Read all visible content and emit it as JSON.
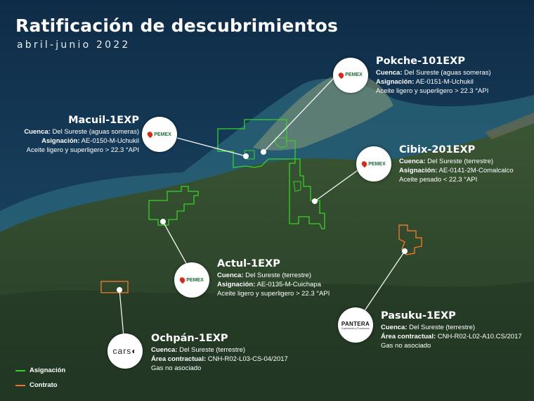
{
  "header": {
    "title": "Ratificación de descubrimientos",
    "subtitle": "abril-junio 2022"
  },
  "colors": {
    "asignacion": "#36d12a",
    "contrato": "#e8772b",
    "land": "#2f4a2e",
    "shallow_water": "#2f6e82",
    "sea": "#143650"
  },
  "wells": [
    {
      "name": "Pokche-101EXP",
      "cuenca_label": "Cuenca:",
      "cuenca": "Del Sureste (aguas someras)",
      "tipo_label": "Asignación:",
      "tipo": "AE-0151-M-Uchukil",
      "nota": "Aceite ligero y superligero > 22.3 °API",
      "operator": "PEMEX"
    },
    {
      "name": "Macuil-1EXP",
      "cuenca_label": "Cuenca:",
      "cuenca": "Del Sureste (aguas someras)",
      "tipo_label": "Asignación:",
      "tipo": "AE-0150-M-Uchukil",
      "nota": "Aceite ligero y superligero > 22.3 °API",
      "operator": "PEMEX"
    },
    {
      "name": "Cibix-201EXP",
      "cuenca_label": "Cuenca:",
      "cuenca": "Del Sureste (terrestre)",
      "tipo_label": "Asignación:",
      "tipo": "AE-0141-2M-Comalcalco",
      "nota": "Aceite pesado < 22.3 °API",
      "operator": "PEMEX"
    },
    {
      "name": "Actul-1EXP",
      "cuenca_label": "Cuenca:",
      "cuenca": "Del Sureste (terrestre)",
      "tipo_label": "Asignación:",
      "tipo": "AE-0135-M-Cuichapa",
      "nota": "Aceite ligero y superligero > 22.3 °API",
      "operator": "PEMEX"
    },
    {
      "name": "Pasuku-1EXP",
      "cuenca_label": "Cuenca:",
      "cuenca": "Del Sureste (terrestre)",
      "tipo_label": "Área contractual:",
      "tipo": "CNH-R02-L02-A10.CS/2017",
      "nota": "Gas no asociado",
      "operator": "PANTERA",
      "operator_sub": "Exploración y Producción"
    },
    {
      "name": "Ochpán-1EXP",
      "cuenca_label": "Cuenca:",
      "cuenca": "Del Sureste (terrestre)",
      "tipo_label": "Área contractual:",
      "tipo": "CNH-R02-L03-CS-04/2017",
      "nota": "Gas no asociado",
      "operator": "CARSO"
    }
  ],
  "legend": [
    {
      "label": "Asignación",
      "color": "#36d12a"
    },
    {
      "label": "Contrato",
      "color": "#e8772b"
    }
  ]
}
